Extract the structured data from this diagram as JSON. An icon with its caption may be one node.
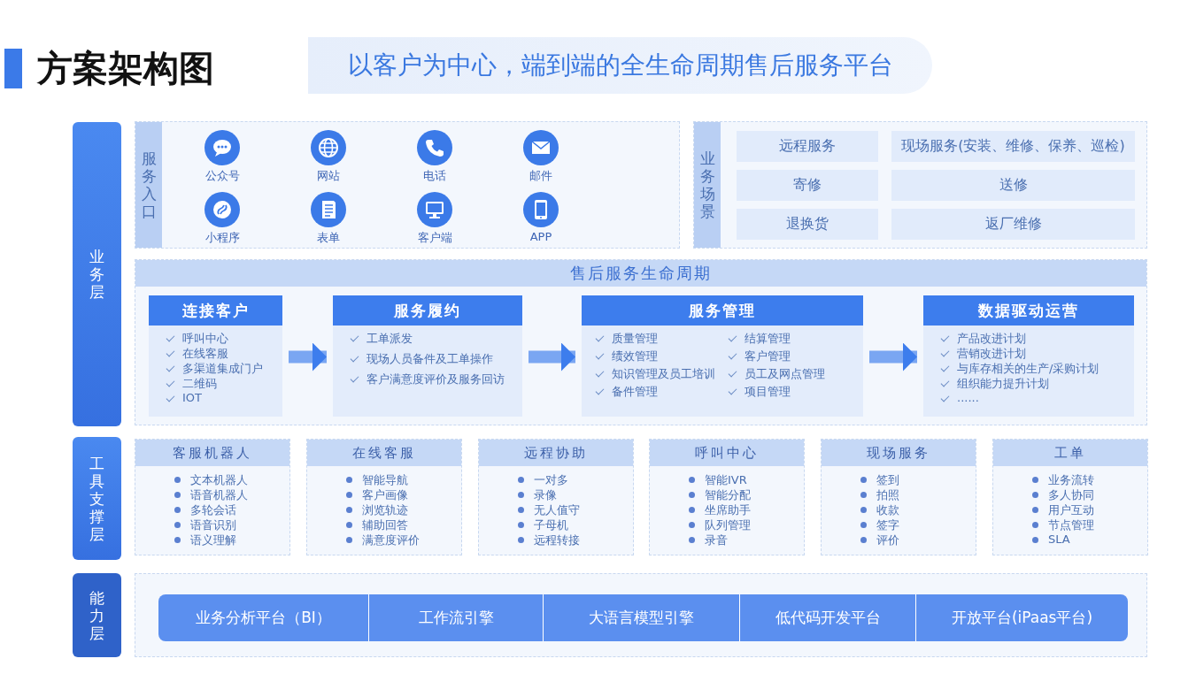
{
  "diagram": {
    "title": "方案架构图",
    "nodes": [
      {
        "text": [
          "以客户为中心，端到端的全生命周期售后服务平台"
        ]
      },
      {
        "text": [
          "业务层"
        ]
      },
      {
        "text": [
          "服务入口"
        ]
      },
      {
        "text": [
          "公众号"
        ],
        "in": 2
      },
      {
        "text": [
          "网站"
        ],
        "in": 2
      },
      {
        "text": [
          "电话"
        ],
        "in": 2
      },
      {
        "text": [
          "邮件"
        ],
        "in": 2
      },
      {
        "text": [
          "小程序"
        ],
        "in": 2
      },
      {
        "text": [
          "表单"
        ],
        "in": 2
      },
      {
        "text": [
          "客户端"
        ],
        "in": 2
      },
      {
        "text": [
          "APP"
        ],
        "in": 2
      },
      {
        "text": [
          "业务场景"
        ]
      },
      {
        "text": [
          "远程服务"
        ],
        "in": 11
      },
      {
        "text": [
          "现场服务(安装、维修、保养、巡检)"
        ],
        "in": 11
      },
      {
        "text": [
          "寄修"
        ],
        "in": 11
      },
      {
        "text": [
          "送修"
        ],
        "in": 11
      },
      {
        "text": [
          "退换货"
        ],
        "in": 11
      },
      {
        "text": [
          "返厂维修"
        ],
        "in": 11
      },
      {
        "text": [
          "售后服务生命周期"
        ]
      },
      {
        "text": [
          "连接客户",
          "呼叫中心",
          "在线客服",
          "多渠道集成门户",
          "二维码",
          "IOT"
        ],
        "in": 18
      },
      {
        "text": [
          "服务履约",
          "工单派发",
          "现场人员备件及工单操作",
          "客户满意度评价及服务回访"
        ],
        "in": 18
      },
      {
        "text": [
          "服务管理",
          "质量管理",
          "绩效管理",
          "知识管理及员工培训",
          "备件管理",
          "结算管理",
          "客户管理",
          "员工及网点管理",
          "项目管理"
        ],
        "in": 18
      },
      {
        "text": [
          "数据驱动运营",
          "产品改进计划",
          "营销改进计划",
          "与库存相关的生产/采购计划",
          "组织能力提升计划",
          "......"
        ],
        "in": 18
      },
      {
        "text": [
          "工具支撑层"
        ]
      },
      {
        "text": [
          "客服机器人",
          "文本机器人",
          "语音机器人",
          "多轮会话",
          "语音识别",
          "语义理解"
        ]
      },
      {
        "text": [
          "在线客服",
          "智能导航",
          "客户画像",
          "浏览轨迹",
          "辅助回答",
          "满意度评价"
        ]
      },
      {
        "text": [
          "远程协助",
          "一对多",
          "录像",
          "无人值守",
          "子母机",
          "远程转接"
        ]
      },
      {
        "text": [
          "呼叫中心",
          "智能IVR",
          "智能分配",
          "坐席助手",
          "队列管理",
          "录音"
        ]
      },
      {
        "text": [
          "现场服务",
          "签到",
          "拍照",
          "收款",
          "签字",
          "评价"
        ]
      },
      {
        "text": [
          "工单",
          "业务流转",
          "多人协同",
          "用户互动",
          "节点管理",
          "SLA"
        ]
      },
      {
        "text": [
          "能力层"
        ]
      },
      {
        "text": [],
        "shape": "box"
      },
      {
        "text": [
          "业务分析平台（BI）"
        ],
        "in": 31
      },
      {
        "text": [
          "工作流引擎"
        ],
        "in": 31
      },
      {
        "text": [
          "大语言模型引擎"
        ],
        "in": 31
      },
      {
        "text": [
          "低代码开发平台"
        ],
        "in": 31
      },
      {
        "text": [
          "开放平台(iPaas平台)"
        ],
        "in": 31
      }
    ],
    "edges": [
      {
        "from": 19,
        "to": 20,
        "arrow": "to"
      },
      {
        "from": 20,
        "to": 21,
        "arrow": "to"
      },
      {
        "from": 21,
        "to": 22,
        "arrow": "to"
      }
    ]
  }
}
